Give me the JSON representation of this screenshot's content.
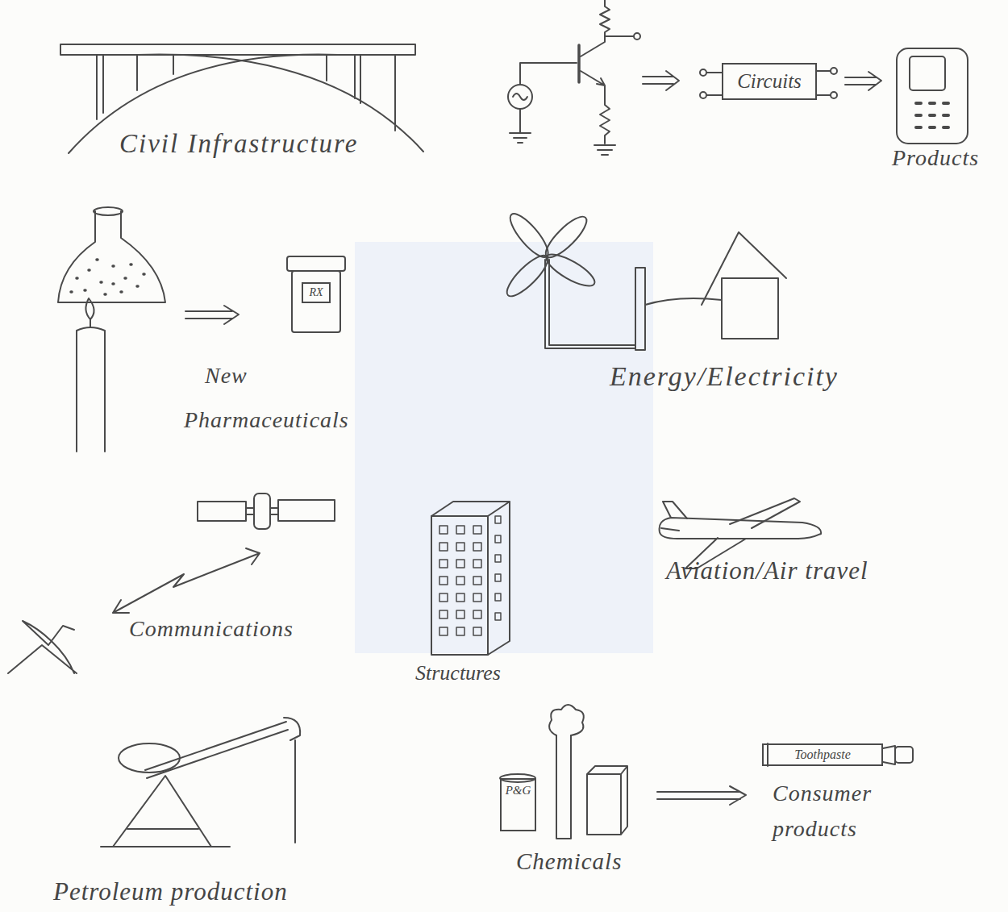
{
  "diagram": {
    "nodes": [
      {
        "text": [
          "Circuits"
        ]
      },
      {
        "text": [
          "RX"
        ]
      },
      {
        "text": [
          "P&G"
        ]
      },
      {
        "text": [
          "Toothpaste"
        ]
      }
    ],
    "labels": [
      "Civil Infrastructure",
      "Products",
      "New Pharmaceuticals",
      "Energy/Electricity",
      "Communications",
      "Structures",
      "Aviation/Air travel",
      "Chemicals",
      "Consumer products",
      "Petroleum production"
    ]
  }
}
